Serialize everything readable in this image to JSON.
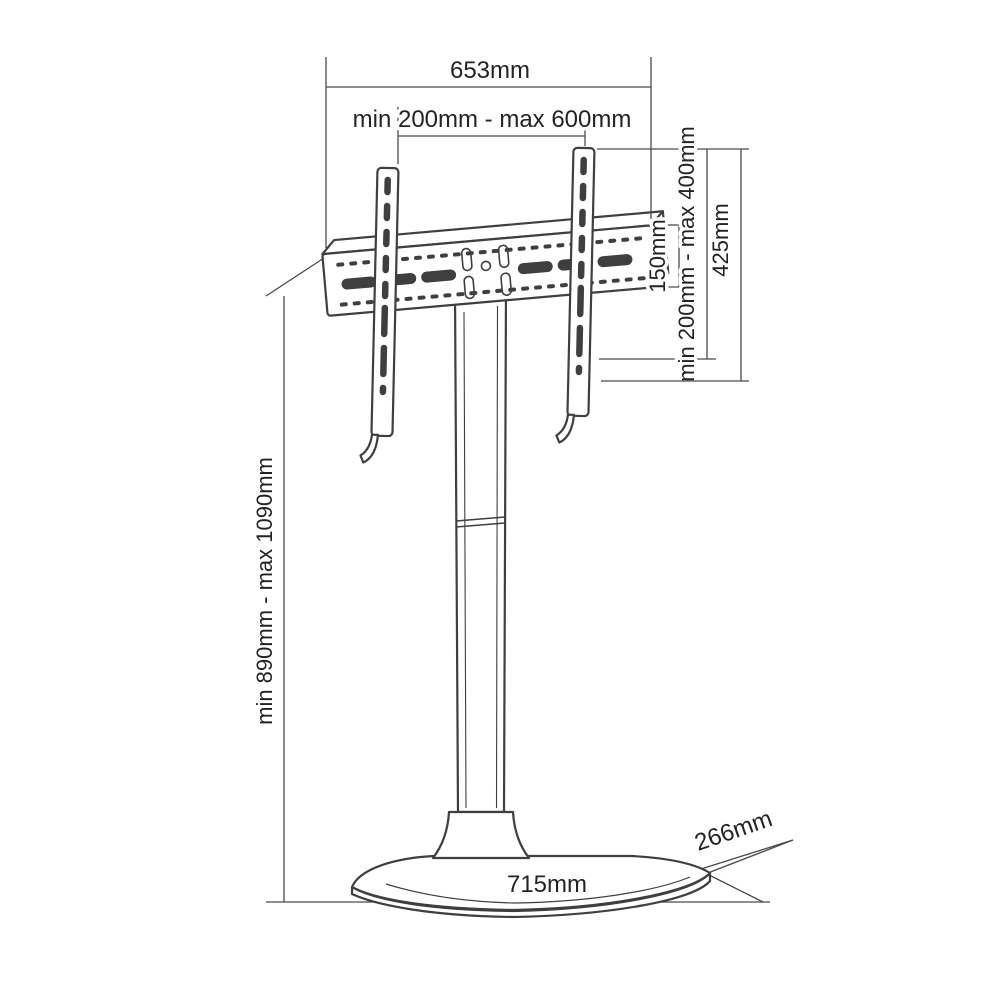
{
  "page": {
    "background": "#ffffff"
  },
  "diagram": {
    "colors": {
      "outline": "#3f3f3f",
      "dimension_lines": "#4a4a4a",
      "label_text": "#232323"
    },
    "dimensions": {
      "bracket_width": "653mm",
      "vesa_width_range": "min 200mm - max 600mm",
      "plate_height": "150mm",
      "vesa_height_range": "min 200mm - max 400mm",
      "arm_length": "425mm",
      "stand_height_range": "min 890mm - max 1090mm",
      "base_depth": "266mm",
      "base_width": "715mm"
    }
  }
}
